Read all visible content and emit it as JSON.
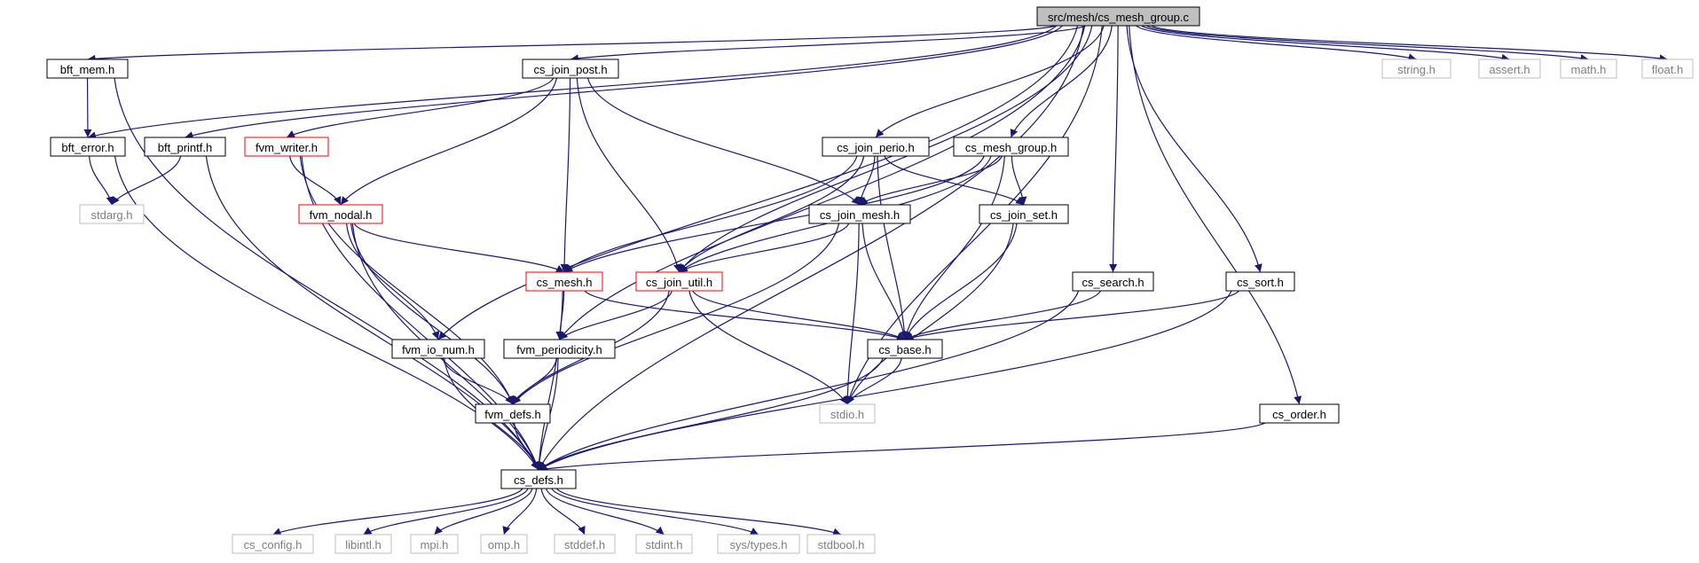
{
  "graph": {
    "title": "src/mesh/cs_mesh_group.c",
    "colors": {
      "edge": "#191970",
      "root_fill": "#bfbfbf",
      "normal_border": "#000000",
      "truncated_border": "#ff0000",
      "external_border": "#bfbfbf",
      "external_text": "#7f7f7f",
      "text": "#000000"
    },
    "nodes": [
      {
        "id": "root",
        "label": "src/mesh/cs_mesh_group.c",
        "kind": "root"
      },
      {
        "id": "bft_mem",
        "label": "bft_mem.h",
        "kind": "normal"
      },
      {
        "id": "cs_join_post",
        "label": "cs_join_post.h",
        "kind": "normal"
      },
      {
        "id": "string",
        "label": "string.h",
        "kind": "external"
      },
      {
        "id": "assert",
        "label": "assert.h",
        "kind": "external"
      },
      {
        "id": "math",
        "label": "math.h",
        "kind": "external"
      },
      {
        "id": "float",
        "label": "float.h",
        "kind": "external"
      },
      {
        "id": "bft_error",
        "label": "bft_error.h",
        "kind": "normal"
      },
      {
        "id": "bft_printf",
        "label": "bft_printf.h",
        "kind": "normal"
      },
      {
        "id": "fvm_writer",
        "label": "fvm_writer.h",
        "kind": "truncated"
      },
      {
        "id": "cs_join_perio",
        "label": "cs_join_perio.h",
        "kind": "normal"
      },
      {
        "id": "cs_mesh_group",
        "label": "cs_mesh_group.h",
        "kind": "normal"
      },
      {
        "id": "stdarg",
        "label": "stdarg.h",
        "kind": "external"
      },
      {
        "id": "fvm_nodal",
        "label": "fvm_nodal.h",
        "kind": "truncated"
      },
      {
        "id": "cs_join_mesh",
        "label": "cs_join_mesh.h",
        "kind": "normal"
      },
      {
        "id": "cs_join_set",
        "label": "cs_join_set.h",
        "kind": "normal"
      },
      {
        "id": "cs_mesh",
        "label": "cs_mesh.h",
        "kind": "truncated"
      },
      {
        "id": "cs_join_util",
        "label": "cs_join_util.h",
        "kind": "truncated"
      },
      {
        "id": "cs_search",
        "label": "cs_search.h",
        "kind": "normal"
      },
      {
        "id": "cs_sort",
        "label": "cs_sort.h",
        "kind": "normal"
      },
      {
        "id": "fvm_io_num",
        "label": "fvm_io_num.h",
        "kind": "normal"
      },
      {
        "id": "fvm_periodicity",
        "label": "fvm_periodicity.h",
        "kind": "normal"
      },
      {
        "id": "cs_base",
        "label": "cs_base.h",
        "kind": "normal"
      },
      {
        "id": "fvm_defs",
        "label": "fvm_defs.h",
        "kind": "normal"
      },
      {
        "id": "stdio",
        "label": "stdio.h",
        "kind": "external"
      },
      {
        "id": "cs_order",
        "label": "cs_order.h",
        "kind": "normal"
      },
      {
        "id": "cs_defs",
        "label": "cs_defs.h",
        "kind": "normal"
      },
      {
        "id": "cs_config",
        "label": "cs_config.h",
        "kind": "external"
      },
      {
        "id": "libintl",
        "label": "libintl.h",
        "kind": "external"
      },
      {
        "id": "mpi",
        "label": "mpi.h",
        "kind": "external"
      },
      {
        "id": "omp",
        "label": "omp.h",
        "kind": "external"
      },
      {
        "id": "stddef",
        "label": "stddef.h",
        "kind": "external"
      },
      {
        "id": "stdint",
        "label": "stdint.h",
        "kind": "external"
      },
      {
        "id": "sys_types",
        "label": "sys/types.h",
        "kind": "external"
      },
      {
        "id": "stdbool",
        "label": "stdbool.h",
        "kind": "external"
      }
    ],
    "edges": [
      [
        "root",
        "bft_mem"
      ],
      [
        "root",
        "cs_join_post"
      ],
      [
        "root",
        "string"
      ],
      [
        "root",
        "assert"
      ],
      [
        "root",
        "math"
      ],
      [
        "root",
        "float"
      ],
      [
        "root",
        "bft_error"
      ],
      [
        "root",
        "bft_printf"
      ],
      [
        "root",
        "cs_join_perio"
      ],
      [
        "root",
        "cs_mesh_group"
      ],
      [
        "root",
        "fvm_io_num"
      ],
      [
        "root",
        "fvm_periodicity"
      ],
      [
        "root",
        "cs_join_util"
      ],
      [
        "root",
        "cs_search"
      ],
      [
        "root",
        "cs_sort"
      ],
      [
        "root",
        "stdio"
      ],
      [
        "root",
        "cs_order"
      ],
      [
        "root",
        "cs_defs"
      ],
      [
        "bft_mem",
        "bft_error"
      ],
      [
        "bft_mem",
        "cs_defs"
      ],
      [
        "bft_error",
        "stdarg"
      ],
      [
        "bft_error",
        "cs_defs"
      ],
      [
        "bft_printf",
        "stdarg"
      ],
      [
        "bft_printf",
        "cs_defs"
      ],
      [
        "cs_join_post",
        "fvm_writer"
      ],
      [
        "cs_join_post",
        "fvm_nodal"
      ],
      [
        "cs_join_post",
        "cs_mesh"
      ],
      [
        "cs_join_post",
        "cs_join_util"
      ],
      [
        "cs_join_post",
        "cs_join_mesh"
      ],
      [
        "fvm_writer",
        "fvm_nodal"
      ],
      [
        "fvm_writer",
        "fvm_defs"
      ],
      [
        "fvm_writer",
        "cs_defs"
      ],
      [
        "fvm_nodal",
        "cs_mesh"
      ],
      [
        "fvm_nodal",
        "fvm_io_num"
      ],
      [
        "fvm_nodal",
        "fvm_defs"
      ],
      [
        "fvm_nodal",
        "cs_defs"
      ],
      [
        "cs_join_perio",
        "cs_mesh"
      ],
      [
        "cs_join_perio",
        "cs_join_util"
      ],
      [
        "cs_join_perio",
        "cs_join_mesh"
      ],
      [
        "cs_join_perio",
        "cs_join_set"
      ],
      [
        "cs_join_perio",
        "cs_base"
      ],
      [
        "cs_mesh_group",
        "cs_mesh"
      ],
      [
        "cs_mesh_group",
        "cs_join_util"
      ],
      [
        "cs_mesh_group",
        "cs_join_mesh"
      ],
      [
        "cs_mesh_group",
        "cs_join_set"
      ],
      [
        "cs_mesh_group",
        "cs_base"
      ],
      [
        "cs_join_mesh",
        "cs_join_util"
      ],
      [
        "cs_join_mesh",
        "cs_base"
      ],
      [
        "cs_join_mesh",
        "stdio"
      ],
      [
        "cs_join_mesh",
        "fvm_defs"
      ],
      [
        "cs_join_set",
        "cs_base"
      ],
      [
        "cs_join_set",
        "stdio"
      ],
      [
        "cs_mesh",
        "fvm_periodicity"
      ],
      [
        "cs_mesh",
        "cs_base"
      ],
      [
        "cs_mesh",
        "cs_defs"
      ],
      [
        "cs_join_util",
        "fvm_periodicity"
      ],
      [
        "cs_join_util",
        "cs_base"
      ],
      [
        "cs_join_util",
        "stdio"
      ],
      [
        "cs_join_util",
        "fvm_defs"
      ],
      [
        "cs_search",
        "cs_base"
      ],
      [
        "cs_search",
        "cs_defs"
      ],
      [
        "cs_sort",
        "cs_base"
      ],
      [
        "cs_sort",
        "cs_defs"
      ],
      [
        "fvm_io_num",
        "fvm_defs"
      ],
      [
        "fvm_io_num",
        "cs_defs"
      ],
      [
        "fvm_periodicity",
        "fvm_defs"
      ],
      [
        "fvm_periodicity",
        "cs_defs"
      ],
      [
        "cs_base",
        "stdio"
      ],
      [
        "cs_base",
        "cs_defs"
      ],
      [
        "fvm_defs",
        "cs_defs"
      ],
      [
        "cs_order",
        "cs_defs"
      ],
      [
        "cs_defs",
        "cs_config"
      ],
      [
        "cs_defs",
        "libintl"
      ],
      [
        "cs_defs",
        "mpi"
      ],
      [
        "cs_defs",
        "omp"
      ],
      [
        "cs_defs",
        "stddef"
      ],
      [
        "cs_defs",
        "stdint"
      ],
      [
        "cs_defs",
        "sys_types"
      ],
      [
        "cs_defs",
        "stdbool"
      ]
    ]
  }
}
